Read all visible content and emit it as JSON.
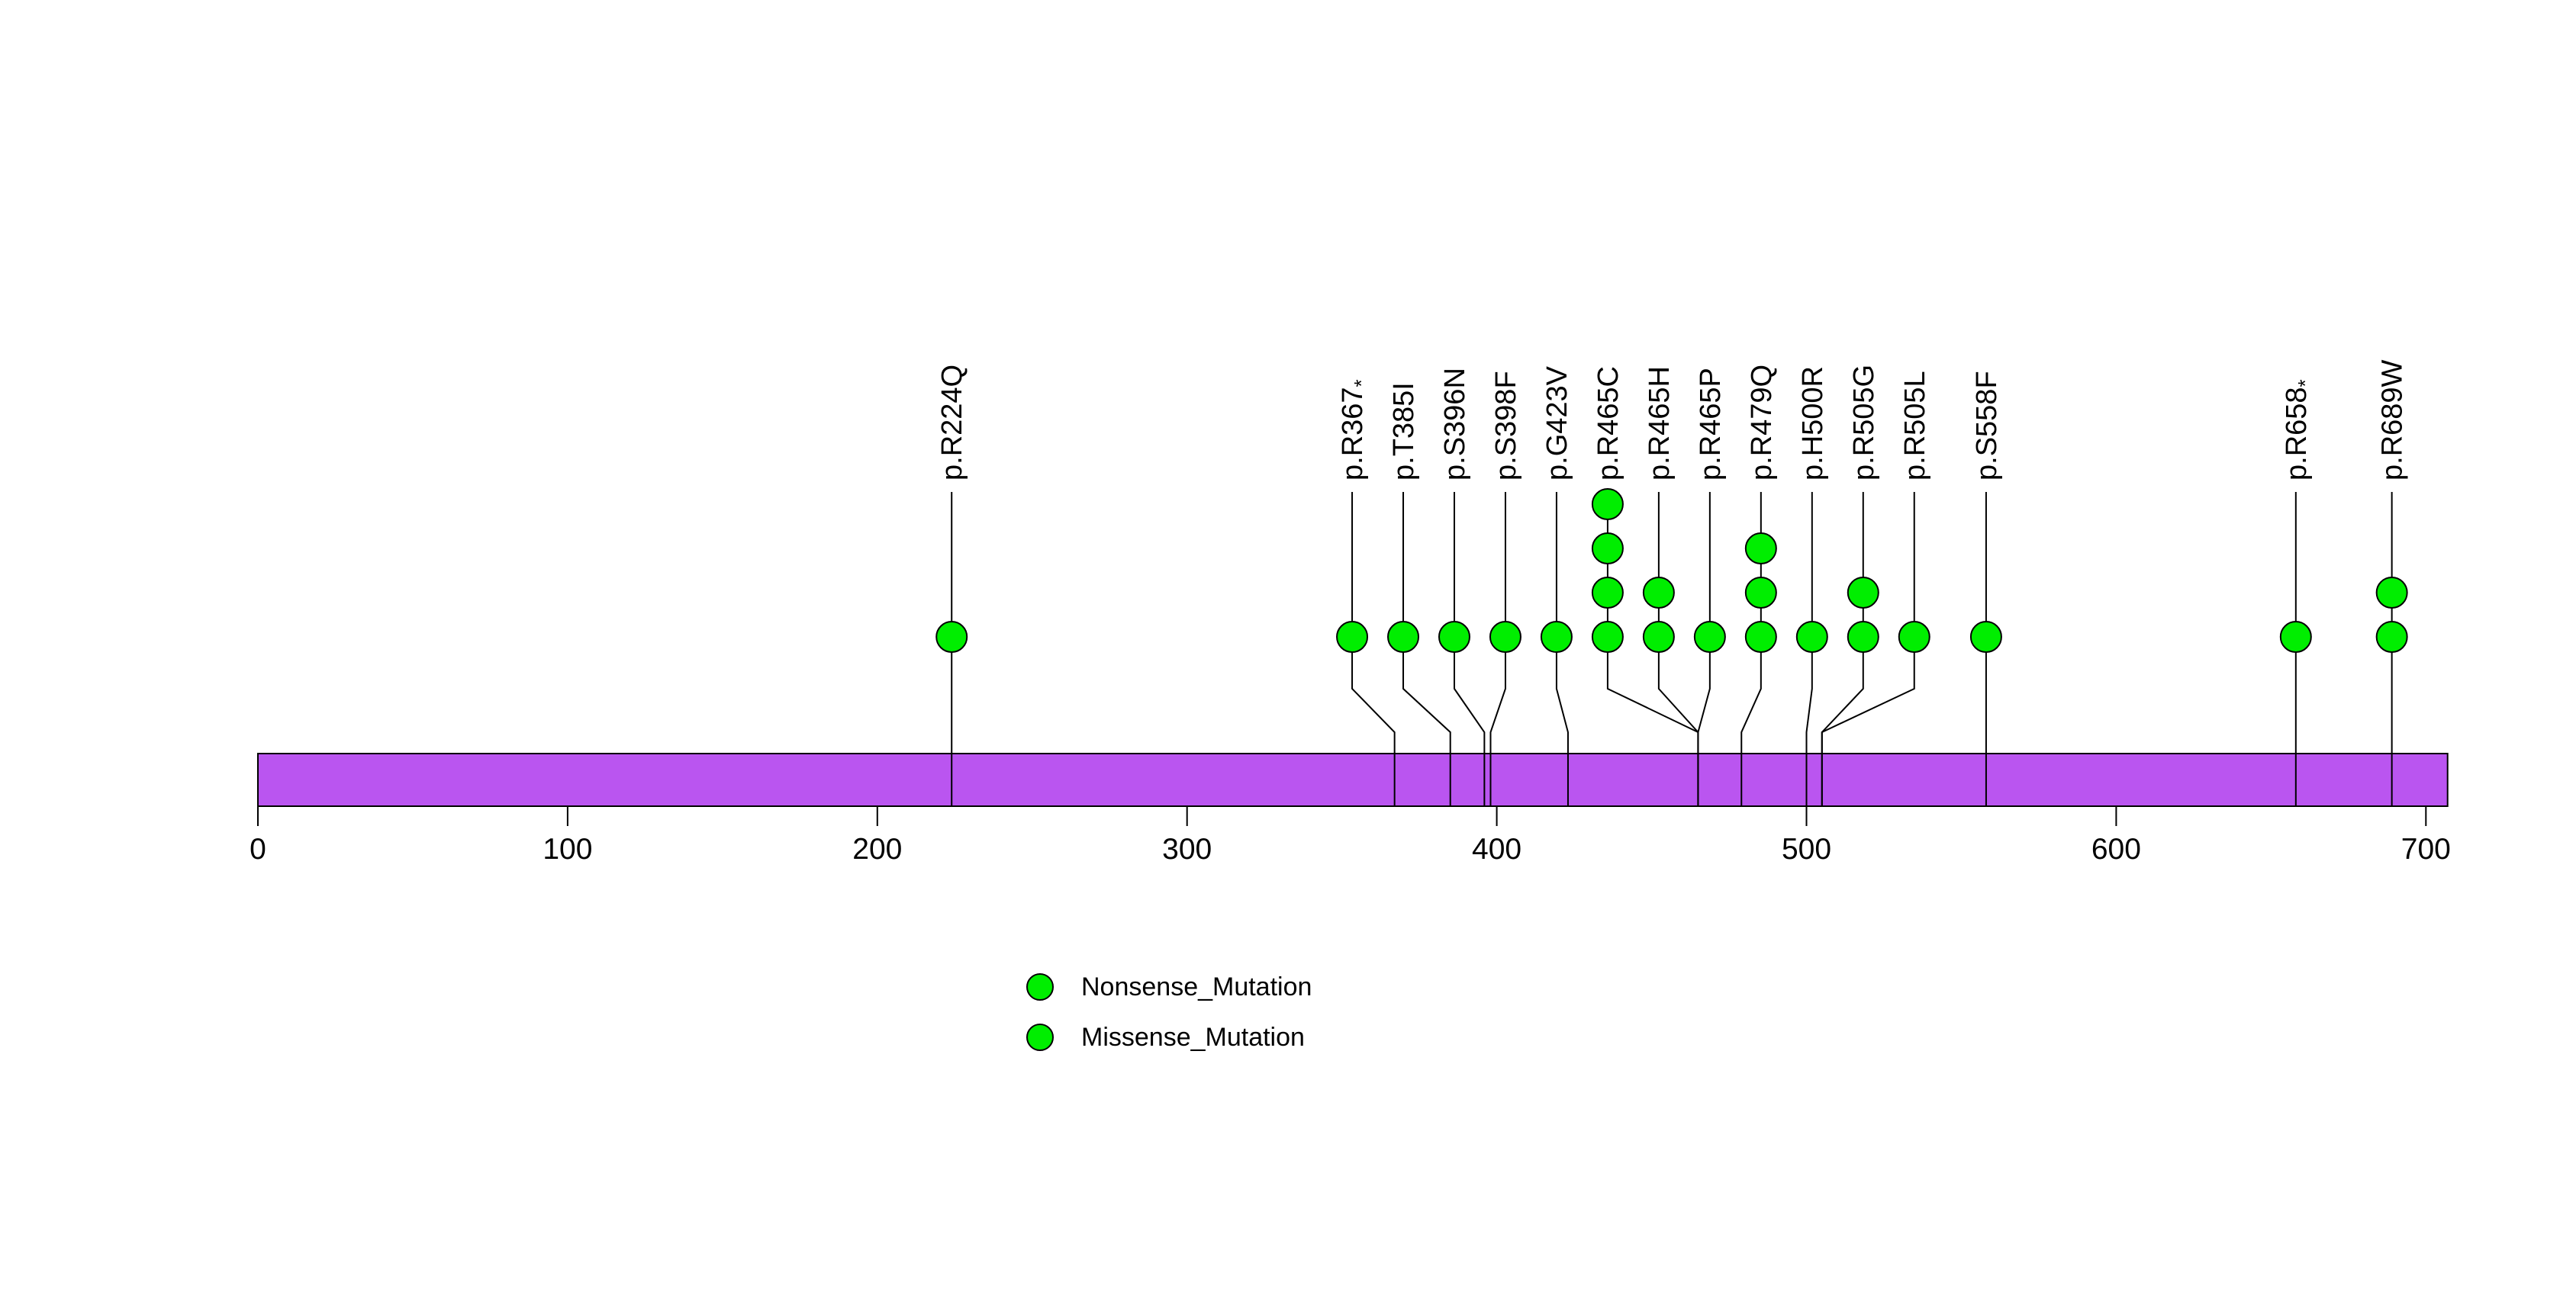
{
  "chart_data": {
    "type": "lollipop",
    "title": "",
    "xlabel": "",
    "ylabel": "",
    "background_color": "#FFFFFF",
    "point_color": "#00EE00",
    "stem_color": "#000000",
    "protein": {
      "domain_start": 0,
      "domain_end": 707,
      "bar_color": "#BA55F0",
      "bar_border_color": "#000000"
    },
    "xaxis": {
      "min": 0,
      "max": 707,
      "ticks": [
        0,
        100,
        200,
        300,
        400,
        500,
        600,
        700
      ]
    },
    "mutations": [
      {
        "label": "p.R224Q",
        "position": 224,
        "count": 1,
        "label_slot": 224,
        "type": "Missense_Mutation"
      },
      {
        "label": "p.R367*",
        "position": 367,
        "count": 1,
        "label_slot": 353.3,
        "type": "Nonsense_Mutation"
      },
      {
        "label": "p.T385I",
        "position": 385,
        "count": 1,
        "label_slot": 369.8,
        "type": "Missense_Mutation"
      },
      {
        "label": "p.S396N",
        "position": 396,
        "count": 1,
        "label_slot": 386.3,
        "type": "Missense_Mutation"
      },
      {
        "label": "p.S398F",
        "position": 398,
        "count": 1,
        "label_slot": 402.8,
        "type": "Missense_Mutation"
      },
      {
        "label": "p.G423V",
        "position": 423,
        "count": 1,
        "label_slot": 419.3,
        "type": "Missense_Mutation"
      },
      {
        "label": "p.R465C",
        "position": 465,
        "count": 4,
        "label_slot": 435.8,
        "type": "Missense_Mutation"
      },
      {
        "label": "p.R465H",
        "position": 465,
        "count": 2,
        "label_slot": 452.3,
        "type": "Missense_Mutation"
      },
      {
        "label": "p.R465P",
        "position": 465,
        "count": 1,
        "label_slot": 468.8,
        "type": "Missense_Mutation"
      },
      {
        "label": "p.R479Q",
        "position": 479,
        "count": 3,
        "label_slot": 485.3,
        "type": "Missense_Mutation"
      },
      {
        "label": "p.H500R",
        "position": 500,
        "count": 1,
        "label_slot": 501.8,
        "type": "Missense_Mutation"
      },
      {
        "label": "p.R505G",
        "position": 505,
        "count": 2,
        "label_slot": 518.3,
        "type": "Missense_Mutation"
      },
      {
        "label": "p.R505L",
        "position": 505,
        "count": 1,
        "label_slot": 534.8,
        "type": "Missense_Mutation"
      },
      {
        "label": "p.S558F",
        "position": 558,
        "count": 1,
        "label_slot": 558,
        "type": "Missense_Mutation"
      },
      {
        "label": "p.R658*",
        "position": 658,
        "count": 1,
        "label_slot": 658,
        "type": "Nonsense_Mutation"
      },
      {
        "label": "p.R689W",
        "position": 689,
        "count": 2,
        "label_slot": 689,
        "type": "Missense_Mutation"
      }
    ],
    "legend": [
      {
        "label": "Nonsense_Mutation",
        "color": "#00EE00"
      },
      {
        "label": "Missense_Mutation",
        "color": "#00EE00"
      }
    ]
  }
}
